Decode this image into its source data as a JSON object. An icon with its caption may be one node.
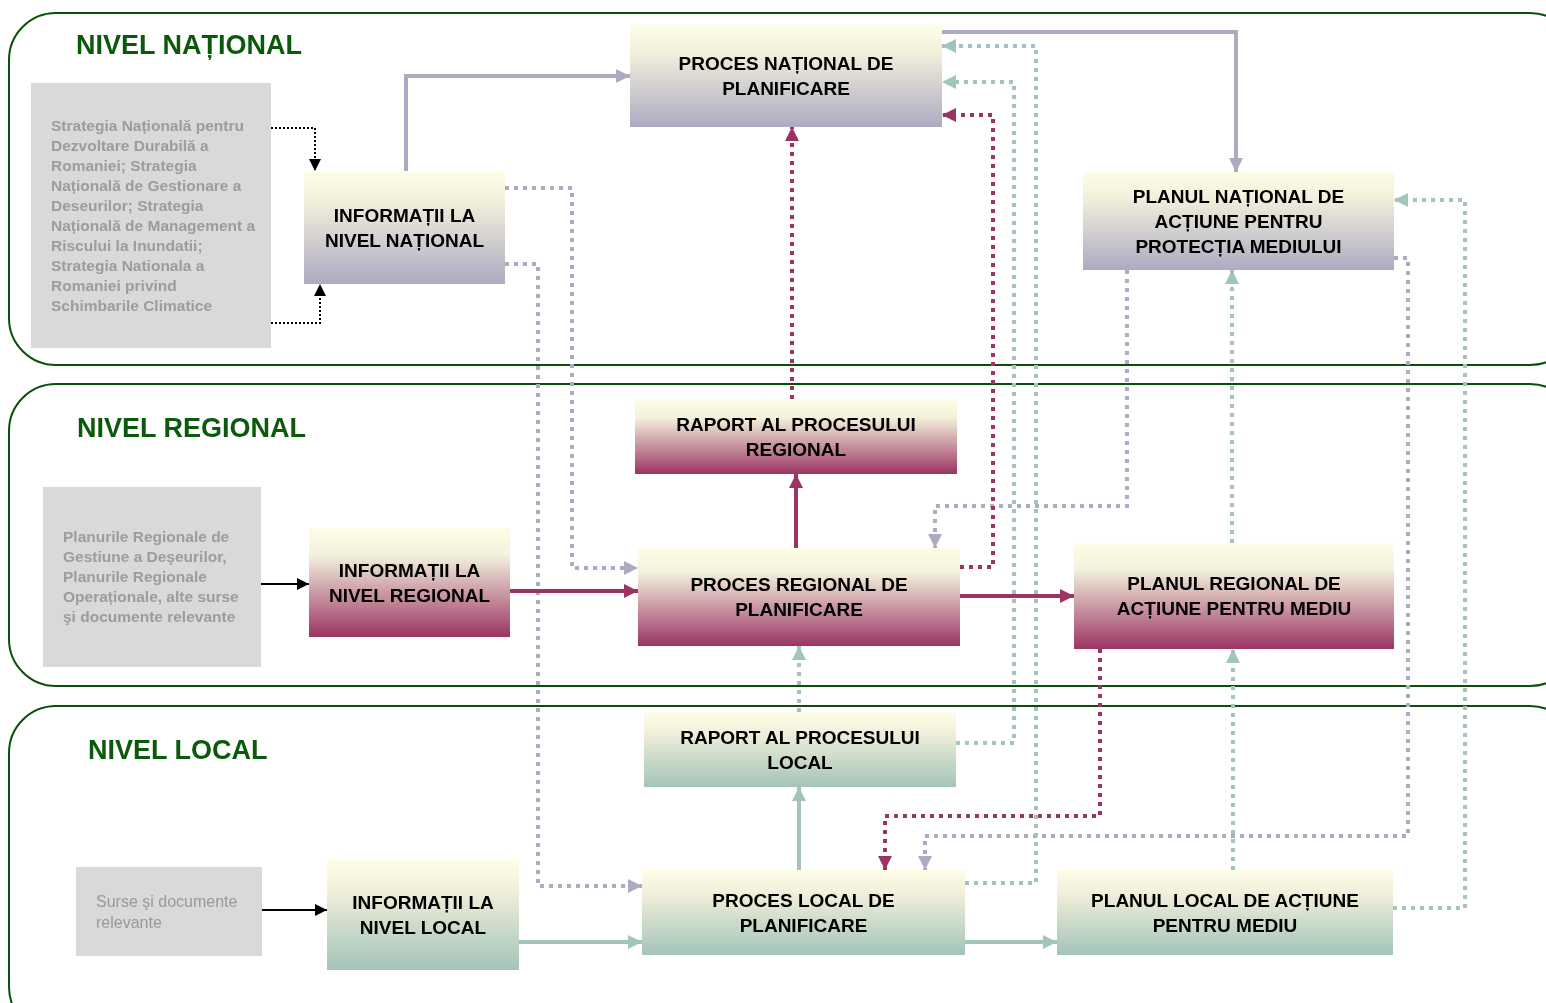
{
  "diagram": {
    "nodes": [
      {
        "text": [
          "NIVEL NAȚIONAL"
        ]
      },
      {
        "text": [
          "Strategia Națională pentru Dezvoltare Durabilă a Romaniei; Strategia Națională de Gestionare a Deseurilor; Strategia Națională de Management a Riscului la Inundatii; Strategia Nationala a Romaniei privind Schimbarile Climatice"
        ],
        "in": 0
      },
      {
        "text": [
          "INFORMAȚII LA NIVEL NAȚIONAL"
        ],
        "in": 0
      },
      {
        "text": [
          "PROCES NAȚIONAL DE PLANIFICARE"
        ],
        "in": 0
      },
      {
        "text": [
          "PLANUL NAȚIONAL DE ACȚIUNE PENTRU PROTECȚIA MEDIULUI"
        ],
        "in": 0
      },
      {
        "text": [
          "NIVEL REGIONAL"
        ]
      },
      {
        "text": [
          "Planurile Regionale de Gestiune a Deşeurilor, Planurile Regionale Operaționale, alte surse şi documente relevante"
        ],
        "in": 5
      },
      {
        "text": [
          "INFORMAȚII LA NIVEL REGIONAL"
        ],
        "in": 5
      },
      {
        "text": [
          "RAPORT AL PROCESULUI REGIONAL"
        ],
        "in": 5
      },
      {
        "text": [
          "PROCES REGIONAL DE PLANIFICARE"
        ],
        "in": 5
      },
      {
        "text": [
          "PLANUL REGIONAL DE ACȚIUNE PENTRU MEDIU"
        ],
        "in": 5
      },
      {
        "text": [
          "NIVEL LOCAL"
        ]
      },
      {
        "text": [
          "Surse şi documente relevante"
        ],
        "in": 11
      },
      {
        "text": [
          "INFORMAȚII LA NIVEL LOCAL"
        ],
        "in": 11
      },
      {
        "text": [
          "RAPORT AL PROCESULUI LOCAL"
        ],
        "in": 11
      },
      {
        "text": [
          "PROCES LOCAL DE PLANIFICARE"
        ],
        "in": 11
      },
      {
        "text": [
          "PLANUL LOCAL DE ACȚIUNE PENTRU MEDIU"
        ],
        "in": 11
      }
    ],
    "edges": [
      {
        "from": 1,
        "to": 2,
        "arrow": "to",
        "style": "dashed",
        "color": "#000000"
      },
      {
        "from": 1,
        "to": 2,
        "arrow": "to",
        "style": "dashed",
        "color": "#000000"
      },
      {
        "from": 2,
        "to": 3,
        "arrow": "to",
        "color": "#aeaac2"
      },
      {
        "from": 3,
        "to": 4,
        "arrow": "to",
        "color": "#aeaac2"
      },
      {
        "from": 2,
        "to": 9,
        "arrow": "to",
        "style": "dashed",
        "color": "#aeaac2"
      },
      {
        "from": 2,
        "to": 15,
        "arrow": "to",
        "style": "dashed",
        "color": "#aeaac2"
      },
      {
        "from": 4,
        "to": 9,
        "arrow": "to",
        "style": "dashed",
        "color": "#aeaac2"
      },
      {
        "from": 4,
        "to": 15,
        "arrow": "to",
        "style": "dashed",
        "color": "#aeaac2"
      },
      {
        "from": 8,
        "to": 3,
        "arrow": "to",
        "style": "dashed",
        "color": "#9b3464"
      },
      {
        "from": 9,
        "to": 3,
        "arrow": "to",
        "style": "dashed",
        "color": "#9b3464"
      },
      {
        "from": 7,
        "to": 9,
        "arrow": "to",
        "color": "#9b3464"
      },
      {
        "from": 9,
        "to": 8,
        "arrow": "to",
        "color": "#9b3464"
      },
      {
        "from": 9,
        "to": 10,
        "arrow": "to",
        "color": "#9b3464"
      },
      {
        "from": 10,
        "to": 15,
        "arrow": "to",
        "style": "dashed",
        "color": "#9b3464"
      },
      {
        "from": 10,
        "to": 4,
        "arrow": "to",
        "style": "dashed",
        "color": "#a3c4b8"
      },
      {
        "from": 14,
        "to": 3,
        "arrow": "to",
        "style": "dashed",
        "color": "#a3c4b8"
      },
      {
        "from": 15,
        "to": 3,
        "arrow": "to",
        "style": "dashed",
        "color": "#a3c4b8"
      },
      {
        "from": 14,
        "to": 9,
        "arrow": "to",
        "style": "dashed",
        "color": "#a3c4b8"
      },
      {
        "from": 15,
        "to": 14,
        "arrow": "to",
        "color": "#a3c4b8"
      },
      {
        "from": 13,
        "to": 15,
        "arrow": "to",
        "color": "#a3c4b8"
      },
      {
        "from": 15,
        "to": 16,
        "arrow": "to",
        "color": "#a3c4b8"
      },
      {
        "from": 16,
        "to": 10,
        "arrow": "to",
        "style": "dashed",
        "color": "#a3c4b8"
      },
      {
        "from": 16,
        "to": 4,
        "arrow": "to",
        "style": "dashed",
        "color": "#a3c4b8"
      },
      {
        "from": 6,
        "to": 7,
        "arrow": "to",
        "color": "#000000"
      },
      {
        "from": 12,
        "to": 13,
        "arrow": "to",
        "color": "#000000"
      }
    ]
  }
}
